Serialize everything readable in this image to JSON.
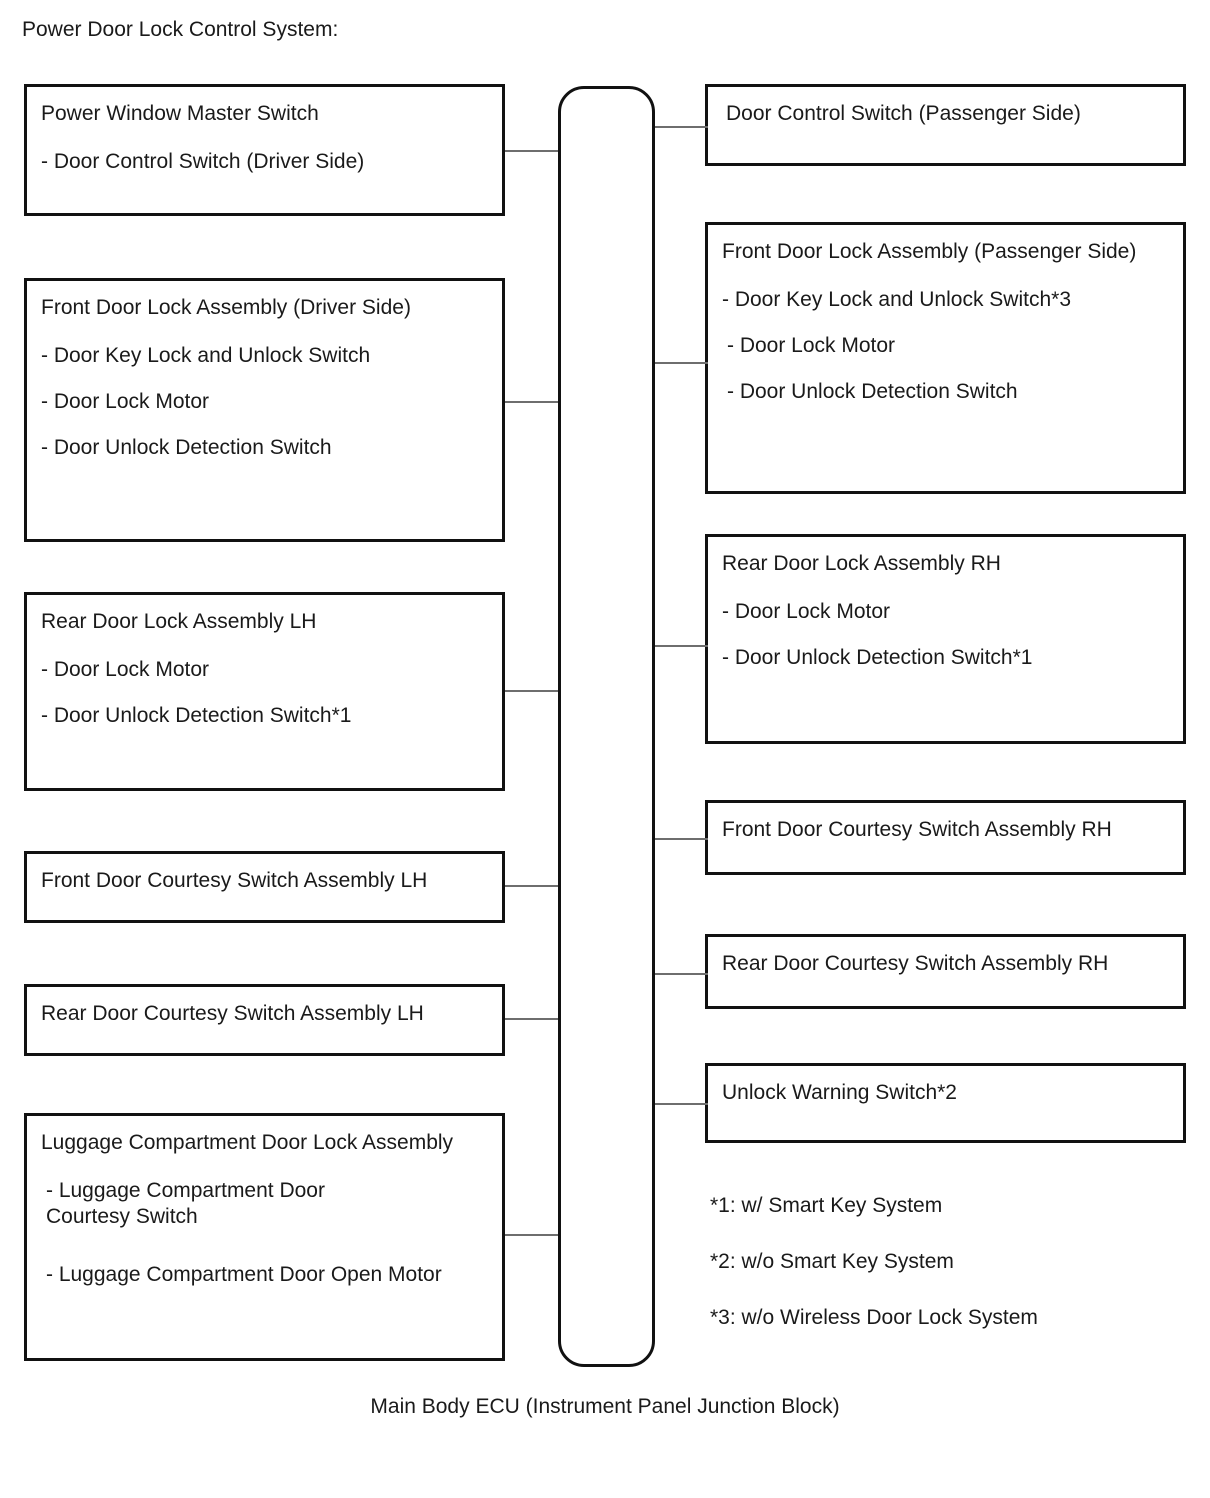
{
  "diagram": {
    "title": "Power Door Lock Control System:",
    "center_node": {
      "caption": "Main Body ECU (Instrument Panel Junction Block)"
    }
  },
  "left_column": [
    {
      "title": "Power Window Master Switch",
      "items": [
        "- Door Control Switch (Driver Side)"
      ]
    },
    {
      "title": "Front Door Lock Assembly (Driver Side)",
      "items": [
        "- Door Key Lock and Unlock Switch",
        "- Door Lock Motor",
        "- Door Unlock Detection Switch"
      ]
    },
    {
      "title": "Rear Door Lock Assembly LH",
      "items": [
        "- Door Lock Motor",
        "- Door Unlock Detection Switch*1"
      ]
    },
    {
      "title": "Front Door Courtesy Switch Assembly LH",
      "items": []
    },
    {
      "title": "Rear Door Courtesy Switch Assembly LH",
      "items": []
    },
    {
      "title": "Luggage Compartment Door Lock Assembly",
      "items": [
        "- Luggage Compartment Door\n  Courtesy Switch",
        "- Luggage Compartment Door Open Motor"
      ]
    }
  ],
  "right_column": [
    {
      "title": "Door Control Switch (Passenger Side)",
      "items": []
    },
    {
      "title": "Front Door Lock Assembly (Passenger Side)",
      "items": [
        "- Door Key Lock and Unlock Switch*3",
        "- Door Lock Motor",
        "- Door Unlock Detection Switch"
      ]
    },
    {
      "title": "Rear Door Lock Assembly RH",
      "items": [
        "- Door Lock Motor",
        "- Door Unlock Detection Switch*1"
      ]
    },
    {
      "title": "Front Door Courtesy Switch Assembly RH",
      "items": []
    },
    {
      "title": "Rear Door Courtesy Switch Assembly RH",
      "items": []
    },
    {
      "title": "Unlock Warning Switch*2",
      "items": []
    }
  ],
  "footnotes": [
    "*1: w/ Smart Key System",
    "*2: w/o Smart Key System",
    "*3: w/o Wireless Door Lock System"
  ]
}
